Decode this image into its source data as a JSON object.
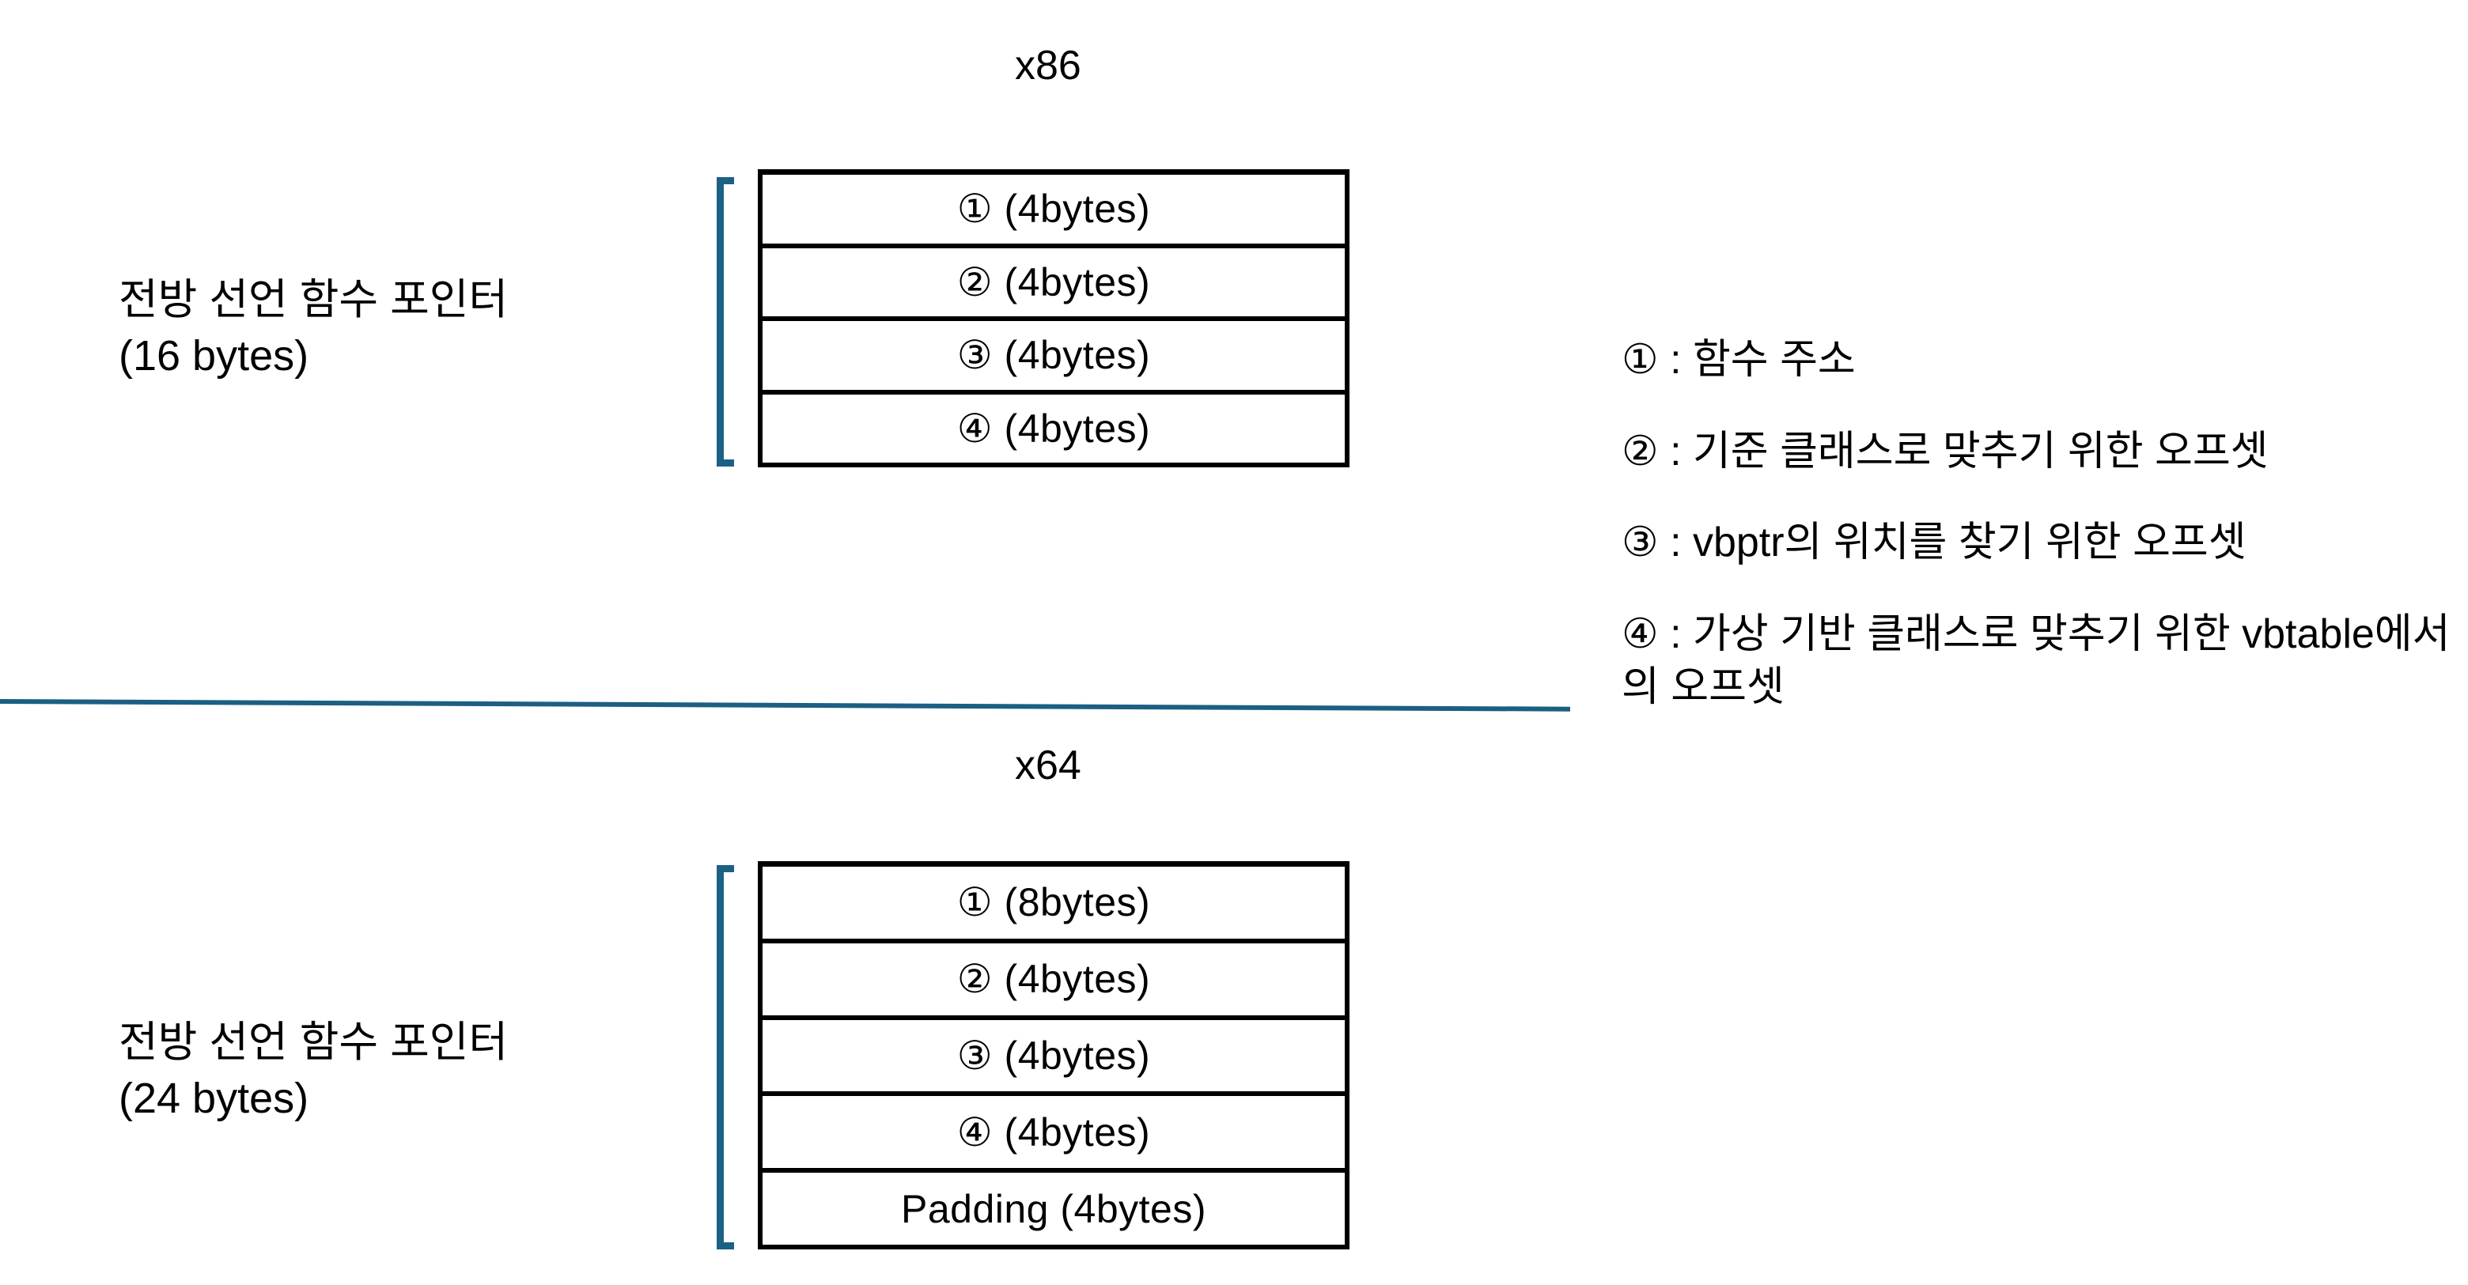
{
  "sections": [
    {
      "id": "x86",
      "arch_title": "x86",
      "label_line1": "전방 선언 함수 포인터",
      "label_line2": "(16 bytes)",
      "rows": [
        {
          "marker": "①",
          "text": "① (4bytes)",
          "size": "4bytes"
        },
        {
          "marker": "②",
          "text": "② (4bytes)",
          "size": "4bytes"
        },
        {
          "marker": "③",
          "text": "③ (4bytes)",
          "size": "4bytes"
        },
        {
          "marker": "④",
          "text": "④ (4bytes)",
          "size": "4bytes"
        }
      ]
    },
    {
      "id": "x64",
      "arch_title": "x64",
      "label_line1": "전방 선언 함수 포인터",
      "label_line2": "(24 bytes)",
      "rows": [
        {
          "marker": "①",
          "text": "① (8bytes)",
          "size": "8bytes"
        },
        {
          "marker": "②",
          "text": "② (4bytes)",
          "size": "4bytes"
        },
        {
          "marker": "③",
          "text": "③ (4bytes)",
          "size": "4bytes"
        },
        {
          "marker": "④",
          "text": "④ (4bytes)",
          "size": "4bytes"
        },
        {
          "marker": "Padding",
          "text": "Padding (4bytes)",
          "size": "4bytes"
        }
      ]
    }
  ],
  "legend": {
    "items": [
      {
        "marker": "①",
        "text": "① :  함수 주소"
      },
      {
        "marker": "②",
        "text": "② :  기준 클래스로 맞추기 위한 오프셋"
      },
      {
        "marker": "③",
        "text": "③ :  vbptr의 위치를 찾기 위한 오프셋"
      },
      {
        "marker": "④",
        "text": "④ :  가상 기반 클래스로 맞추기 위한 vbtable에서의 오프셋"
      }
    ]
  },
  "colors": {
    "brace": "#1b6186",
    "divider": "#1b5f83",
    "table_border": "#000000",
    "text": "#000000",
    "background": "#ffffff"
  }
}
